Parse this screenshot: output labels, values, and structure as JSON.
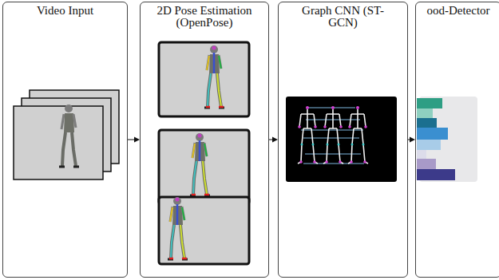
{
  "diagram": {
    "nodes": [
      {
        "text": [
          "Video Input"
        ]
      },
      {
        "text": [
          "2D Pose Estimation (OpenPose)"
        ]
      },
      {
        "text": [
          "Graph CNN (ST-GCN)"
        ]
      },
      {
        "text": [
          "ood-Detector"
        ]
      }
    ],
    "edges": [
      {
        "from": 0,
        "to": 1,
        "arrow": "to"
      },
      {
        "from": 1,
        "to": 2,
        "arrow": "to"
      },
      {
        "from": 2,
        "to": 3,
        "arrow": "to"
      }
    ]
  }
}
